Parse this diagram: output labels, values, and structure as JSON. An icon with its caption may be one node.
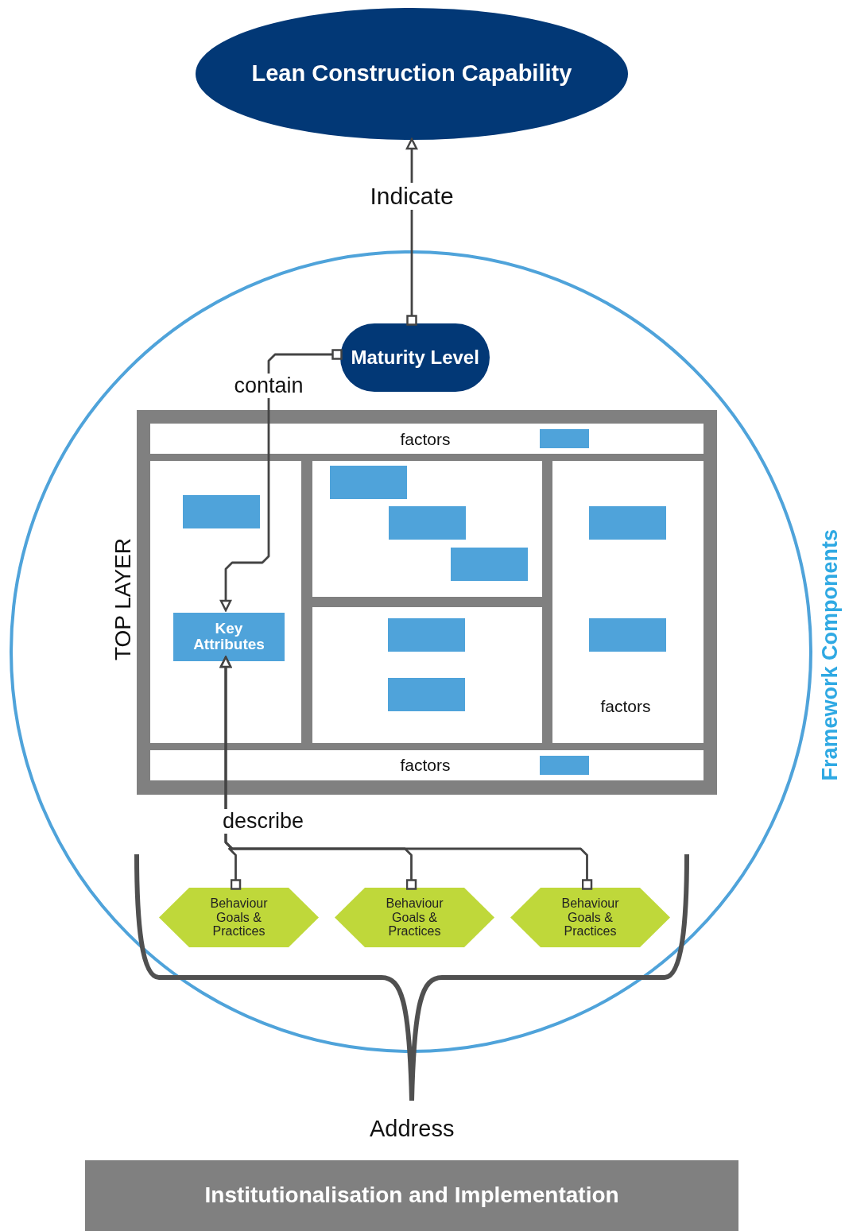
{
  "diagram": {
    "nodes": [
      {
        "text": [
          "Lean Construction Capability"
        ]
      },
      {
        "text": [
          "Framework Components"
        ]
      },
      {
        "text": [
          "Maturity Level"
        ],
        "in": 1
      },
      {
        "text": [
          "TOP LAYER"
        ],
        "in": 1
      },
      {
        "text": [
          "factors"
        ],
        "in": 3
      },
      {
        "text": [],
        "shape": "box",
        "in": 4
      },
      {
        "text": [],
        "shape": "box",
        "in": 3
      },
      {
        "text": [],
        "shape": "box",
        "in": 6
      },
      {
        "text": [
          "Key Attributes"
        ],
        "in": 6
      },
      {
        "text": [],
        "shape": "box",
        "in": 3
      },
      {
        "text": [],
        "shape": "box",
        "in": 9
      },
      {
        "text": [],
        "shape": "box",
        "in": 9
      },
      {
        "text": [],
        "shape": "box",
        "in": 9
      },
      {
        "text": [],
        "shape": "box",
        "in": 3
      },
      {
        "text": [],
        "shape": "box",
        "in": 13
      },
      {
        "text": [],
        "shape": "box",
        "in": 13
      },
      {
        "text": [
          "factors"
        ],
        "in": 3
      },
      {
        "text": [],
        "shape": "box",
        "in": 16
      },
      {
        "text": [],
        "shape": "box",
        "in": 16
      },
      {
        "text": [
          "factors"
        ],
        "in": 3
      },
      {
        "text": [],
        "shape": "box",
        "in": 19
      },
      {
        "text": [
          "Behaviour Goals & Practices"
        ],
        "in": 1
      },
      {
        "text": [
          "Behaviour Goals & Practices"
        ],
        "in": 1
      },
      {
        "text": [
          "Behaviour Goals & Practices"
        ],
        "in": 1
      },
      {
        "text": [
          "Institutionalisation and Implementation"
        ]
      }
    ],
    "edges": [
      {
        "from": 2,
        "to": 0,
        "arrow": "to",
        "label": "Indicate"
      },
      {
        "from": 2,
        "to": 8,
        "arrow": "to",
        "label": "contain"
      },
      {
        "from": 21,
        "to": 8,
        "arrow": "to",
        "label": "describe"
      },
      {
        "from": 22,
        "to": 8,
        "arrow": "to"
      },
      {
        "from": 23,
        "to": 8,
        "arrow": "to"
      }
    ],
    "labels": [
      "Address"
    ]
  }
}
